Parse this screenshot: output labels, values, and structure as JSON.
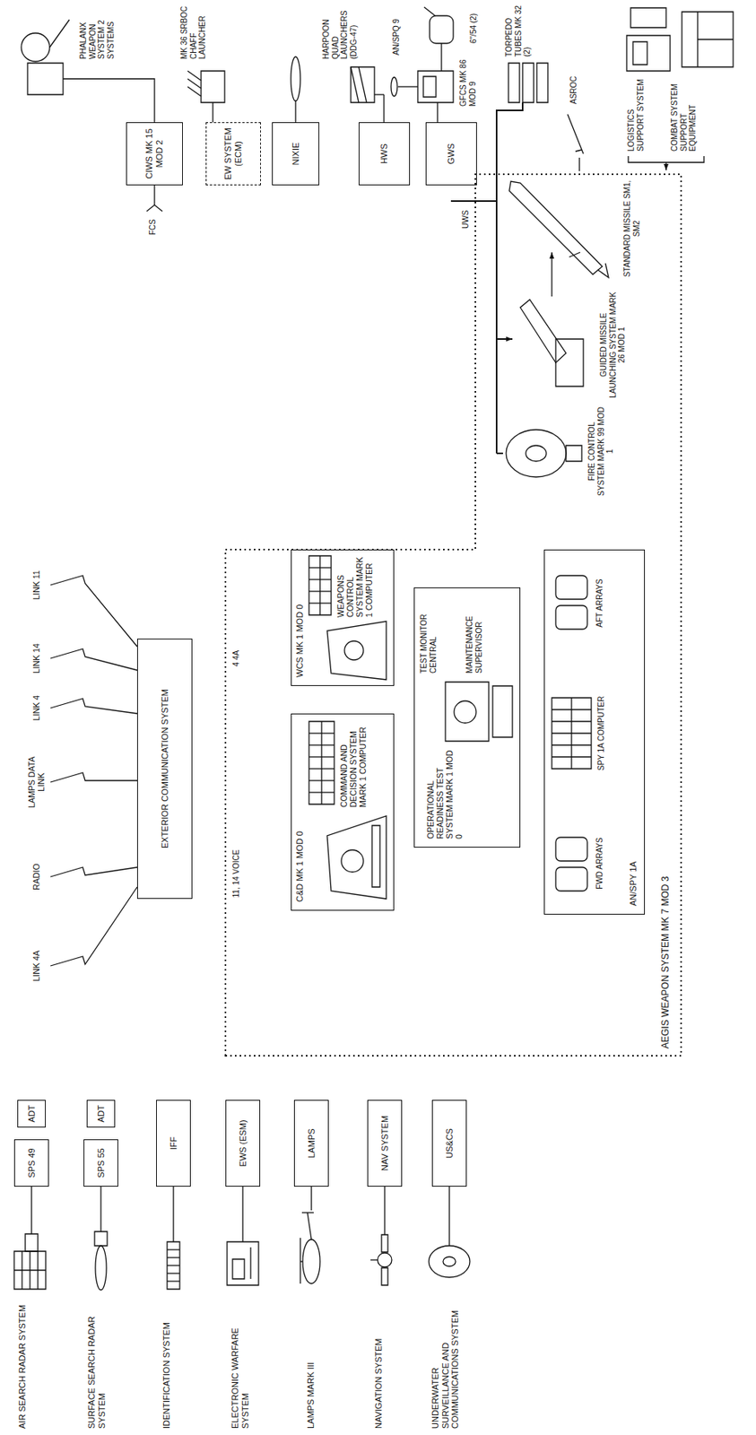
{
  "diagram": {
    "nodes": [
      {
        "text": [
          "SPS 49"
        ]
      },
      {
        "text": [
          "ADT"
        ]
      },
      {
        "text": [
          "SPS 55"
        ]
      },
      {
        "text": [
          "ADT"
        ]
      },
      {
        "text": [
          "IFF"
        ]
      },
      {
        "text": [
          "EWS (ESM)"
        ]
      },
      {
        "text": [
          "LAMPS"
        ]
      },
      {
        "text": [
          "NAV SYSTEM"
        ]
      },
      {
        "text": [
          "US&CS"
        ]
      },
      {
        "text": [
          "EXTERIOR COMMUNICATION SYSTEM"
        ]
      },
      {
        "text": [
          "AEGIS WEAPON SYSTEM MK 7 MOD 3"
        ]
      },
      {
        "text": [
          "C&D MK 1 MOD 0",
          "COMMAND AND DECISION SYSTEM MARK 1 COMPUTER"
        ],
        "in": 10
      },
      {
        "text": [
          "WCS MK 1 MOD 0",
          "WEAPONS CONTROL SYSTEM MARK 1 COMPUTER"
        ],
        "in": 10
      },
      {
        "text": [
          "OPERATIONAL READINESS TEST SYSTEM MARK 1 MOD 0"
        ],
        "in": 10
      },
      {
        "text": [
          "AN/SPY 1A"
        ],
        "in": 10
      },
      {
        "text": [
          "CIWS MK 15 MOD 2"
        ]
      },
      {
        "text": [
          "EW SYSTEM (ECM)"
        ]
      },
      {
        "text": [
          "NIXIE"
        ]
      },
      {
        "text": [
          "HWS"
        ]
      },
      {
        "text": [
          "GWS"
        ]
      }
    ],
    "edges": [
      {
        "from": 0,
        "to": 1,
        "arrow": "none"
      },
      {
        "from": 1,
        "to": 11,
        "arrow": "none"
      },
      {
        "from": 2,
        "to": 3,
        "arrow": "none"
      },
      {
        "from": 3,
        "to": 11,
        "arrow": "none"
      },
      {
        "from": 4,
        "to": 11,
        "arrow": "none"
      },
      {
        "from": 5,
        "to": 11,
        "arrow": "none"
      },
      {
        "from": 6,
        "to": 11,
        "arrow": "none"
      },
      {
        "from": 7,
        "to": 11,
        "arrow": "none"
      },
      {
        "from": 8,
        "to": 11,
        "arrow": "none"
      },
      {
        "from": 9,
        "to": 11,
        "label": "11, 14 VOICE",
        "arrow": "both"
      },
      {
        "from": 9,
        "to": 12,
        "label": "4 4A",
        "arrow": "both"
      },
      {
        "from": 11,
        "to": 12,
        "arrow": "both"
      },
      {
        "from": 11,
        "to": 14,
        "arrow": "both"
      },
      {
        "from": 12,
        "to": 14,
        "arrow": "both"
      },
      {
        "from": 13,
        "to": 11,
        "arrow": "none"
      },
      {
        "from": 13,
        "to": 12,
        "arrow": "none"
      },
      {
        "from": 13,
        "to": 14,
        "arrow": "none"
      },
      {
        "from": 11,
        "to": 16,
        "arrow": "both"
      },
      {
        "from": 11,
        "to": 17,
        "arrow": "both"
      },
      {
        "from": 12,
        "to": 18,
        "arrow": "both"
      },
      {
        "from": 12,
        "to": 19,
        "arrow": "both"
      }
    ],
    "labels": [
      "AIR SEARCH RADAR SYSTEM",
      "SURFACE SEARCH RADAR SYSTEM",
      "IDENTIFICATION SYSTEM",
      "ELECTRONIC WARFARE SYSTEM",
      "LAMPS MARK III",
      "NAVIGATION SYSTEM",
      "UNDERWATER SURVEILLANCE AND COMMUNICATIONS SYSTEM",
      "LINK 4A",
      "RADIO",
      "LAMPS DATA LINK",
      "LINK 4",
      "LINK 14",
      "LINK 11",
      "TEST MONITOR CENTRAL",
      "MAINTENANCE SUPERVISOR",
      "FWD ARRAYS",
      "SPY 1A COMPUTER",
      "AFT ARRAYS",
      "FIRE CONTROL SYSTEM MARK 99 MOD 1",
      "GUIDED MISSILE LAUNCHING SYSTEM MARK 26 MOD 1",
      "STANDARD MISSILE SM1, SM2",
      "LOGISTICS SUPPORT SYSTEM",
      "COMBAT SYSTEM SUPPORT EQUIPMENT",
      "PHALANX WEAPON SYSTEM 2 SYSTEMS",
      "FCS",
      "MK 36 SRBOC CHAFF LAUNCHER",
      "HARPOON QUAD LAUNCHERS (DDG-47)",
      "AN/SPQ 9",
      "6\"/54 (2)",
      "GFCS MK 86 MOD 9",
      "UWS",
      "TORPEDO TUBES MK 32 (2)",
      "ASROC"
    ]
  }
}
